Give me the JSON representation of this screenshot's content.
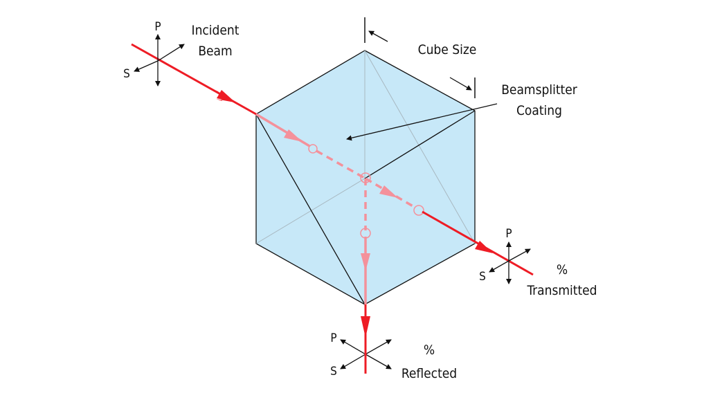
{
  "labels": {
    "incident_line1": "Incident",
    "incident_line2": "Beam",
    "cube_size": "Cube Size",
    "coating_line1": "Beamsplitter",
    "coating_line2": "Coating",
    "transmitted_line1": "%",
    "transmitted_line2": "Transmitted",
    "reflected_line1": "%",
    "reflected_line2": "Reflected"
  },
  "polarization": {
    "incident": {
      "p": "P",
      "s": "S"
    },
    "transmitted": {
      "p": "P",
      "s": "S"
    },
    "reflected": {
      "p": "P",
      "s": "S"
    }
  },
  "colors": {
    "beam": "#ee1c25",
    "beam_inside": "#f4919b",
    "cube_fill": "#c7e8f8",
    "hidden_edge": "#a8b8c0"
  }
}
